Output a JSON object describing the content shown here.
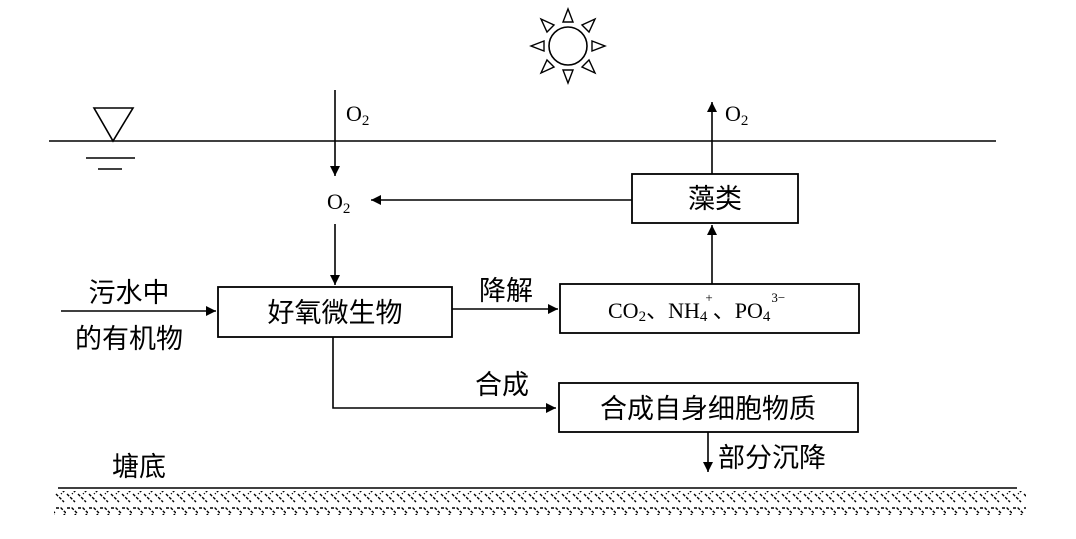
{
  "diagram": {
    "title": "",
    "icons": {
      "sun": "sun-icon",
      "water_level": "water-level-icon",
      "pond_bottom": "sediment-hatch-pattern"
    },
    "labels": {
      "o2_in_main": "O",
      "o2_in_sub": "2",
      "o2_mid_main": "O",
      "o2_mid_sub": "2",
      "o2_out_main": "O",
      "o2_out_sub": "2",
      "input_line1": "污水中",
      "input_line2": "的有机物",
      "degrade": "降解",
      "synthesize": "合成",
      "settle": "部分沉降",
      "pond_bottom": "塘底"
    },
    "nodes": {
      "microbes": "好氧微生物",
      "algae": "藻类",
      "cells": "合成自身细胞物质",
      "nutrients": {
        "co2_main": "CO",
        "co2_sub": "2",
        "sep1": "、",
        "nh4_main": "NH",
        "nh4_sub": "4",
        "nh4_sup": "+",
        "sep2": "、",
        "po4_main": "PO",
        "po4_sub": "4",
        "po4_sup": "3−"
      }
    },
    "edges": [
      {
        "from": "atmosphere",
        "to": "dissolved-o2",
        "label": "O2"
      },
      {
        "from": "algae",
        "to": "dissolved-o2",
        "label": ""
      },
      {
        "from": "algae",
        "to": "atmosphere",
        "label": "O2"
      },
      {
        "from": "dissolved-o2",
        "to": "microbes",
        "label": ""
      },
      {
        "from": "organic-matter",
        "to": "microbes",
        "label": "污水中的有机物"
      },
      {
        "from": "microbes",
        "to": "nutrients",
        "label": "降解"
      },
      {
        "from": "nutrients",
        "to": "algae",
        "label": ""
      },
      {
        "from": "microbes",
        "to": "cells",
        "label": "合成"
      },
      {
        "from": "cells",
        "to": "pond-bottom",
        "label": "部分沉降"
      }
    ]
  }
}
